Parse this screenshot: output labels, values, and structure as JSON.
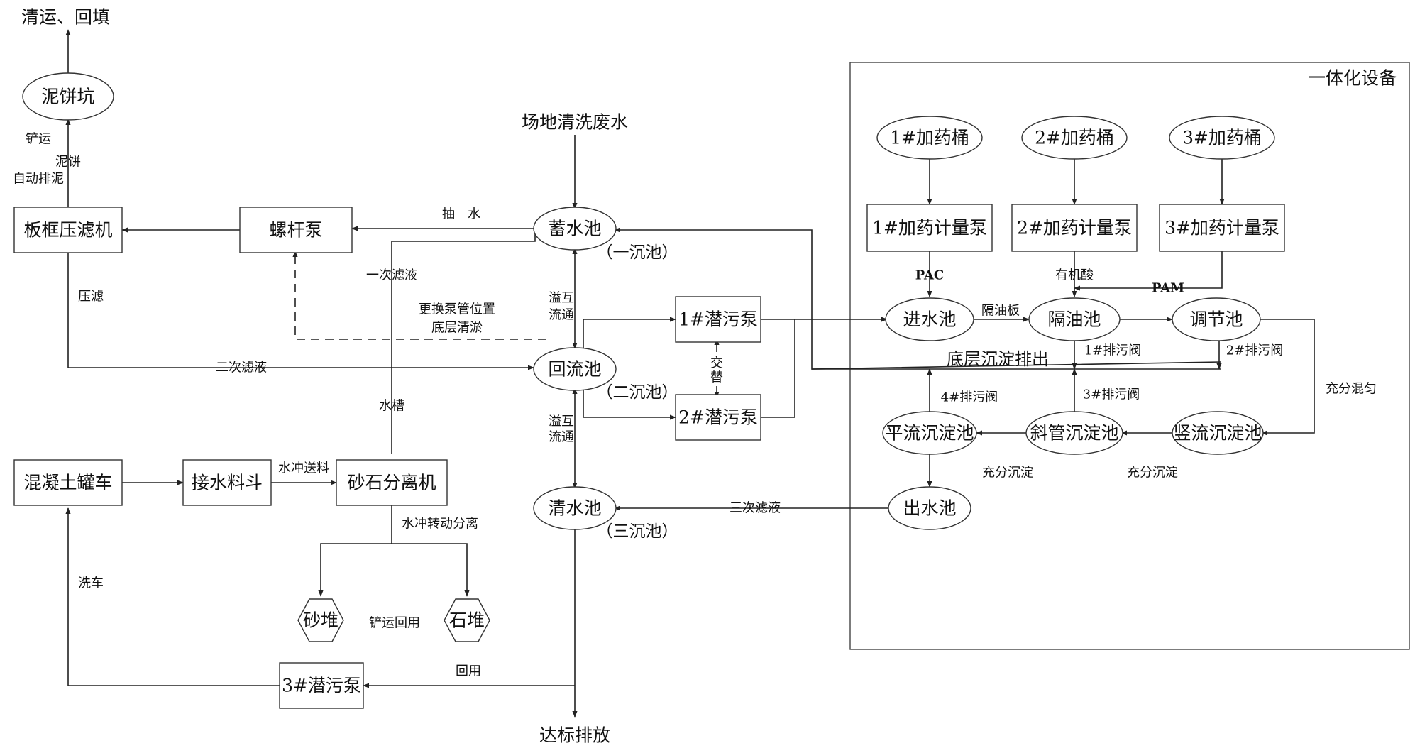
{
  "group": {
    "title": "一体化设备"
  },
  "nodes": {
    "qingyun": "清运、回填",
    "nibingkeng": "泥饼坑",
    "bankuang": "板框压滤机",
    "luoganbeng": "螺杆泵",
    "changdi": "场地清洗废水",
    "xushuichi": "蓄水池",
    "xushuichi_sub": "（一沉池）",
    "huiliuchi": "回流池",
    "huiliuchi_sub": "（二沉池）",
    "qingshuichi": "清水池",
    "qingshuichi_sub": "（三沉池）",
    "qianwu1": "1#潜污泵",
    "qianwu2": "2#潜污泵",
    "qianwu3": "3#潜污泵",
    "hunningtu": "混凝土罐车",
    "jieshui": "接水料斗",
    "shashi": "砂石分离机",
    "shadui": "砂堆",
    "shidui": "石堆",
    "dabiao": "达标排放",
    "jiayao1": "1#加药桶",
    "jiayao2": "2#加药桶",
    "jiayao3": "3#加药桶",
    "jiliang1": "1#加药计量泵",
    "jiliang2": "2#加药计量泵",
    "jiliang3": "3#加药计量泵",
    "jinshuichi": "进水池",
    "geyouchi": "隔油池",
    "tiaojiechi": "调节池",
    "pingliu": "平流沉淀池",
    "xieguan": "斜管沉淀池",
    "shuliu": "竖流沉淀池",
    "chushuichi": "出水池"
  },
  "labels": {
    "chanyun": "铲运",
    "nibing": "泥饼",
    "zidong": "自动排泥",
    "chousui": "抽　水",
    "yaolv": "压滤",
    "yici": "一次滤液",
    "genghuan": "更换泵管位置",
    "diceng": "底层清淤",
    "yiliu": "溢",
    "liu": "流",
    "hu": "互",
    "tong": "通",
    "erci": "二次滤液",
    "jiao": "交",
    "ti": "替",
    "shuicao": "水槽",
    "shuichong_song": "水冲送料",
    "shuichong_zhuan": "水冲转动分离",
    "chanyun_huiyong": "铲运回用",
    "xiche": "洗车",
    "huiyong": "回用",
    "sanci": "三次滤液",
    "pac": "PAC",
    "youjisuan": "有机酸",
    "pam": "PAM",
    "geyouban": "隔油板",
    "dicengchendian": "底层沉淀排出",
    "paiwu1": "1#排污阀",
    "paiwu2": "2#排污阀",
    "paiwu3": "3#排污阀",
    "paiwu4": "4#排污阀",
    "chongfen_hunyun": "充分混匀",
    "chongfen_chendian": "充分沉淀"
  }
}
